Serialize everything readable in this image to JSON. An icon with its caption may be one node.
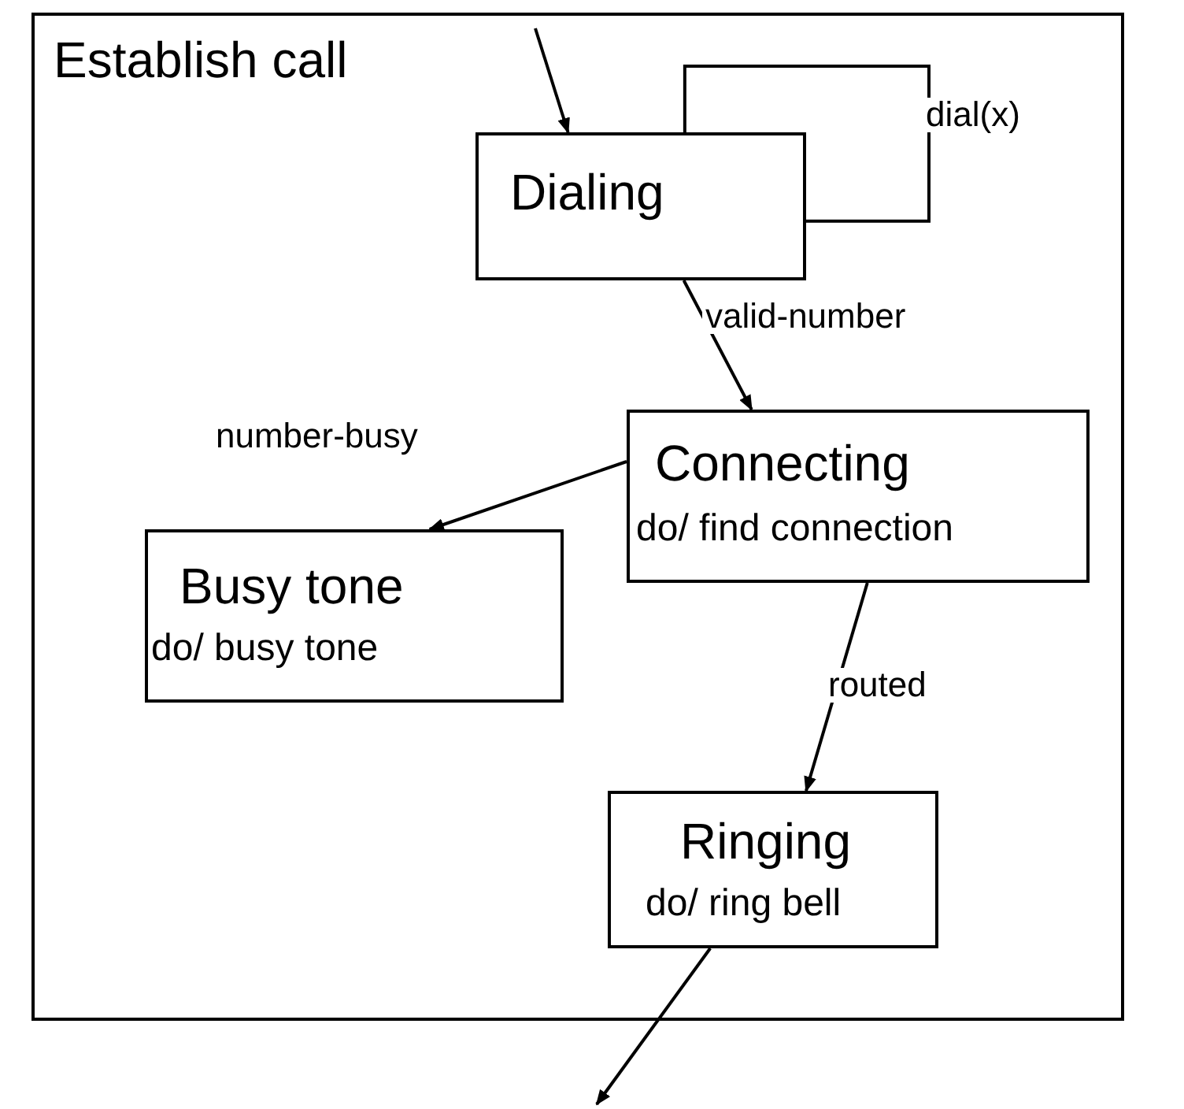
{
  "diagram": {
    "nodes": [
      {
        "text": [
          "Establish call"
        ]
      },
      {
        "text": [
          "Dialing"
        ],
        "in": 0
      },
      {
        "text": [
          "Connecting",
          "do/ find connection"
        ],
        "in": 0
      },
      {
        "text": [
          "Busy tone",
          "do/ busy tone"
        ],
        "in": 0
      },
      {
        "text": [
          "Ringing",
          "do/ ring bell"
        ],
        "in": 0
      }
    ],
    "edges": [
      {
        "from": null,
        "to": 1,
        "arrow": "to"
      },
      {
        "from": 1,
        "to": 1,
        "arrow": "none",
        "label": "dial(x)"
      },
      {
        "from": 1,
        "to": 2,
        "arrow": "to",
        "label": "valid-number"
      },
      {
        "from": 2,
        "to": 3,
        "arrow": "to",
        "label": "number-busy"
      },
      {
        "from": 2,
        "to": 4,
        "arrow": "to",
        "label": "routed"
      },
      {
        "from": 4,
        "to": null,
        "arrow": "to"
      }
    ]
  }
}
